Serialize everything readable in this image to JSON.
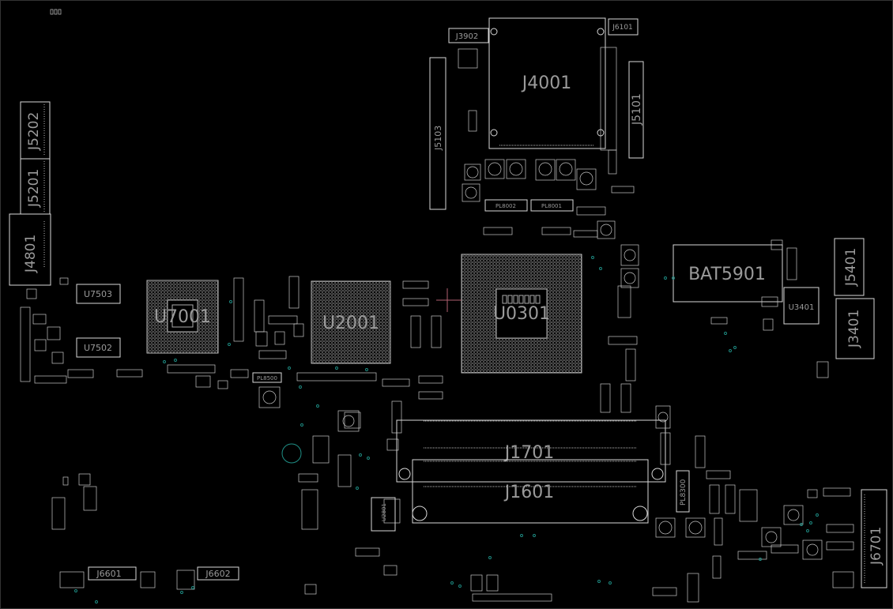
{
  "colors": {
    "background": "#000000",
    "outline": "#d8d8d8",
    "label": "#9a9a9a",
    "via": "#1f8f86",
    "trace": "#b06070"
  },
  "labels": {
    "J4001": "J4001",
    "J3902": "J3902",
    "J6101": "J6101",
    "J5101": "J5101",
    "J5103": "J5103",
    "PL8002": "PL8002",
    "PL8001": "PL8001",
    "J5202": "J5202",
    "J5201": "J5201",
    "J4801": "J4801",
    "U7503": "U7503",
    "U7502": "U7502",
    "U7001": "U7001",
    "U2001": "U2001",
    "U0301": "U0301",
    "BAT5901": "BAT5901",
    "J5401": "J5401",
    "U3401": "U3401",
    "J3401": "J3401",
    "J1701": "J1701",
    "J1601": "J1601",
    "J6701": "J6701",
    "J6601": "J6601",
    "J6602": "J6602",
    "PL8300": "PL8300",
    "PL8500": "PL8500",
    "U2801": "U2801"
  }
}
